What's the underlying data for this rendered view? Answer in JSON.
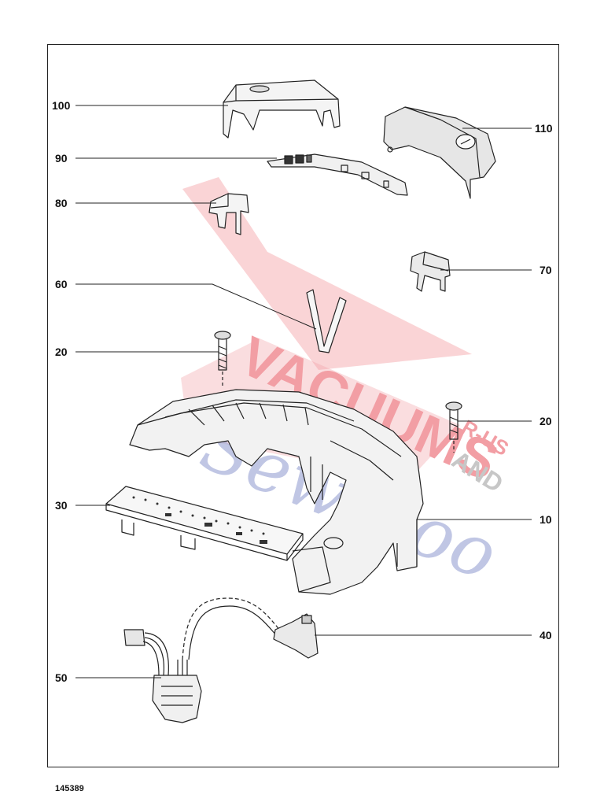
{
  "diagram": {
    "reference_number": "145389",
    "callouts": {
      "c100": "100",
      "c110": "110",
      "c90": "90",
      "c80": "80",
      "c70": "70",
      "c60": "60",
      "c20_left": "20",
      "c20_right": "20",
      "c30": "30",
      "c10": "10",
      "c40": "40",
      "c50": "50"
    },
    "watermark": {
      "logo_text_main": "VACUUMS",
      "logo_text_small": "R-US",
      "logo_text_and": "AND",
      "logo_text_script": "Sewntoo",
      "color_red": "#e8505b",
      "color_blue": "#5a6ab8",
      "color_grey": "#9a9a9a"
    },
    "line_color": "#222222"
  }
}
